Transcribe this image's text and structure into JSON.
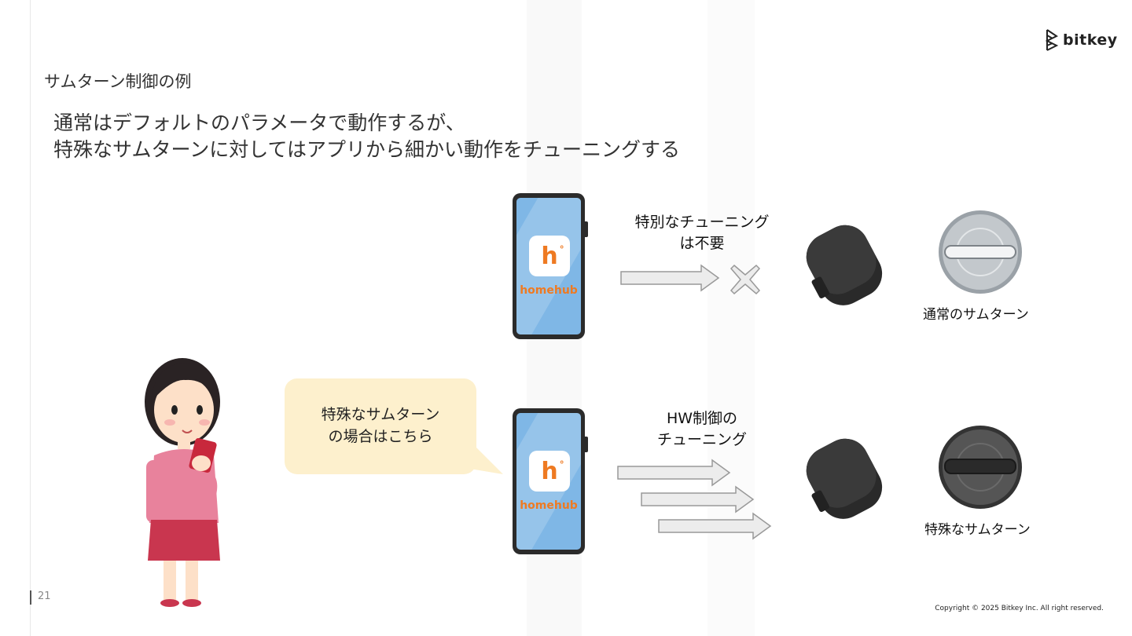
{
  "brand": {
    "name": "bitkey"
  },
  "section_title": "サムターン制御の例",
  "lead": {
    "line1": "通常はデフォルトのパラメータで動作するが、",
    "line2": "特殊なサムターンに対してはアプリから細かい動作をチューニングする"
  },
  "app": {
    "icon_letter": "h",
    "icon_mark": "°",
    "name": "homehub"
  },
  "top_flow": {
    "label_line1": "特別なチューニング",
    "label_line2": "は不要",
    "thumbturn_caption": "通常のサムターン"
  },
  "bottom_flow": {
    "label_line1": "HW制御の",
    "label_line2": "チューニング",
    "thumbturn_caption": "特殊なサムターン"
  },
  "bubble": {
    "line1": "特殊なサムターン",
    "line2": "の場合はこちら"
  },
  "footer": {
    "page_number": "21",
    "copyright": "Copyright © 2025 Bitkey Inc. All right reserved."
  },
  "colors": {
    "app_orange": "#ee7a22",
    "phone_screen": "#7fb7e6",
    "bubble_fill": "#fdf0cd",
    "normal_turn": "#b9c0c6",
    "special_turn": "#4a4a4a"
  }
}
